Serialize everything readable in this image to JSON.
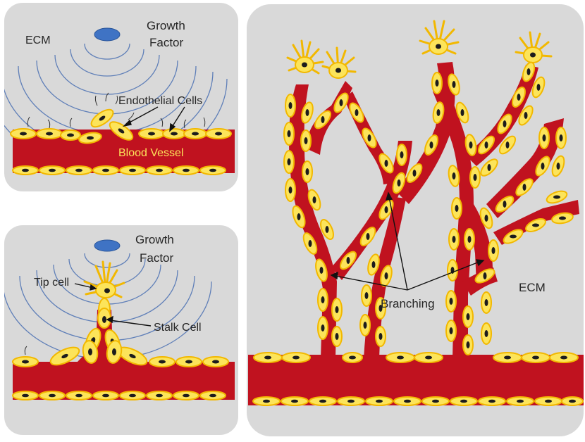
{
  "panel_top_left": {
    "ecm_label": "ECM",
    "growth_factor_line1": "Growth",
    "growth_factor_line2": "Factor",
    "endothelial_label": "Endothelial Cells",
    "vessel_label": "Blood Vessel"
  },
  "panel_bottom_left": {
    "growth_factor_line1": "Growth",
    "growth_factor_line2": "Factor",
    "tip_cell_label": "Tip cell",
    "stalk_cell_label": "Stalk Cell"
  },
  "panel_right": {
    "branching_label": "Branching",
    "ecm_label": "ECM"
  },
  "colors": {
    "panel_bg": "#d9d9d9",
    "vessel_red": "#c0121f",
    "cell_yellow": "#fce45a",
    "cell_outline": "#f2b800",
    "nucleus": "#1c1c1c",
    "growth_factor_blue": "#3f73c4",
    "wave_blue": "#5f7fb8"
  }
}
